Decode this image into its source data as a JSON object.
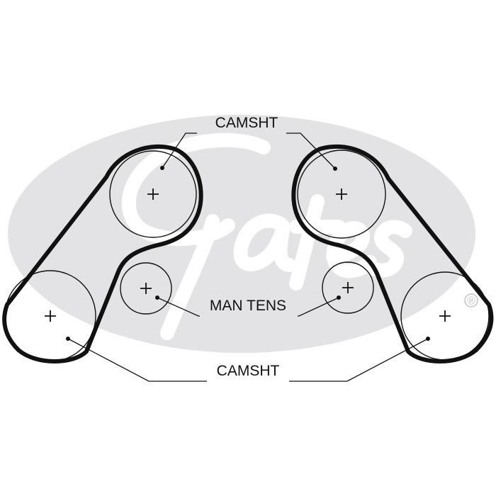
{
  "colors": {
    "background": "#ffffff",
    "watermark": "#e3e3e6",
    "watermark_text": "#ffffff",
    "belt": "#111111",
    "pulley": "#111111",
    "leader": "#111111"
  },
  "watermark": {
    "logo_icon": "gates-logo",
    "brand_text": "Gates",
    "registered_mark": "®"
  },
  "labels": {
    "camshaft_top": "CAMSHT",
    "tensioner": "MAN TENS",
    "camshaft_bottom": "CAMSHT"
  }
}
